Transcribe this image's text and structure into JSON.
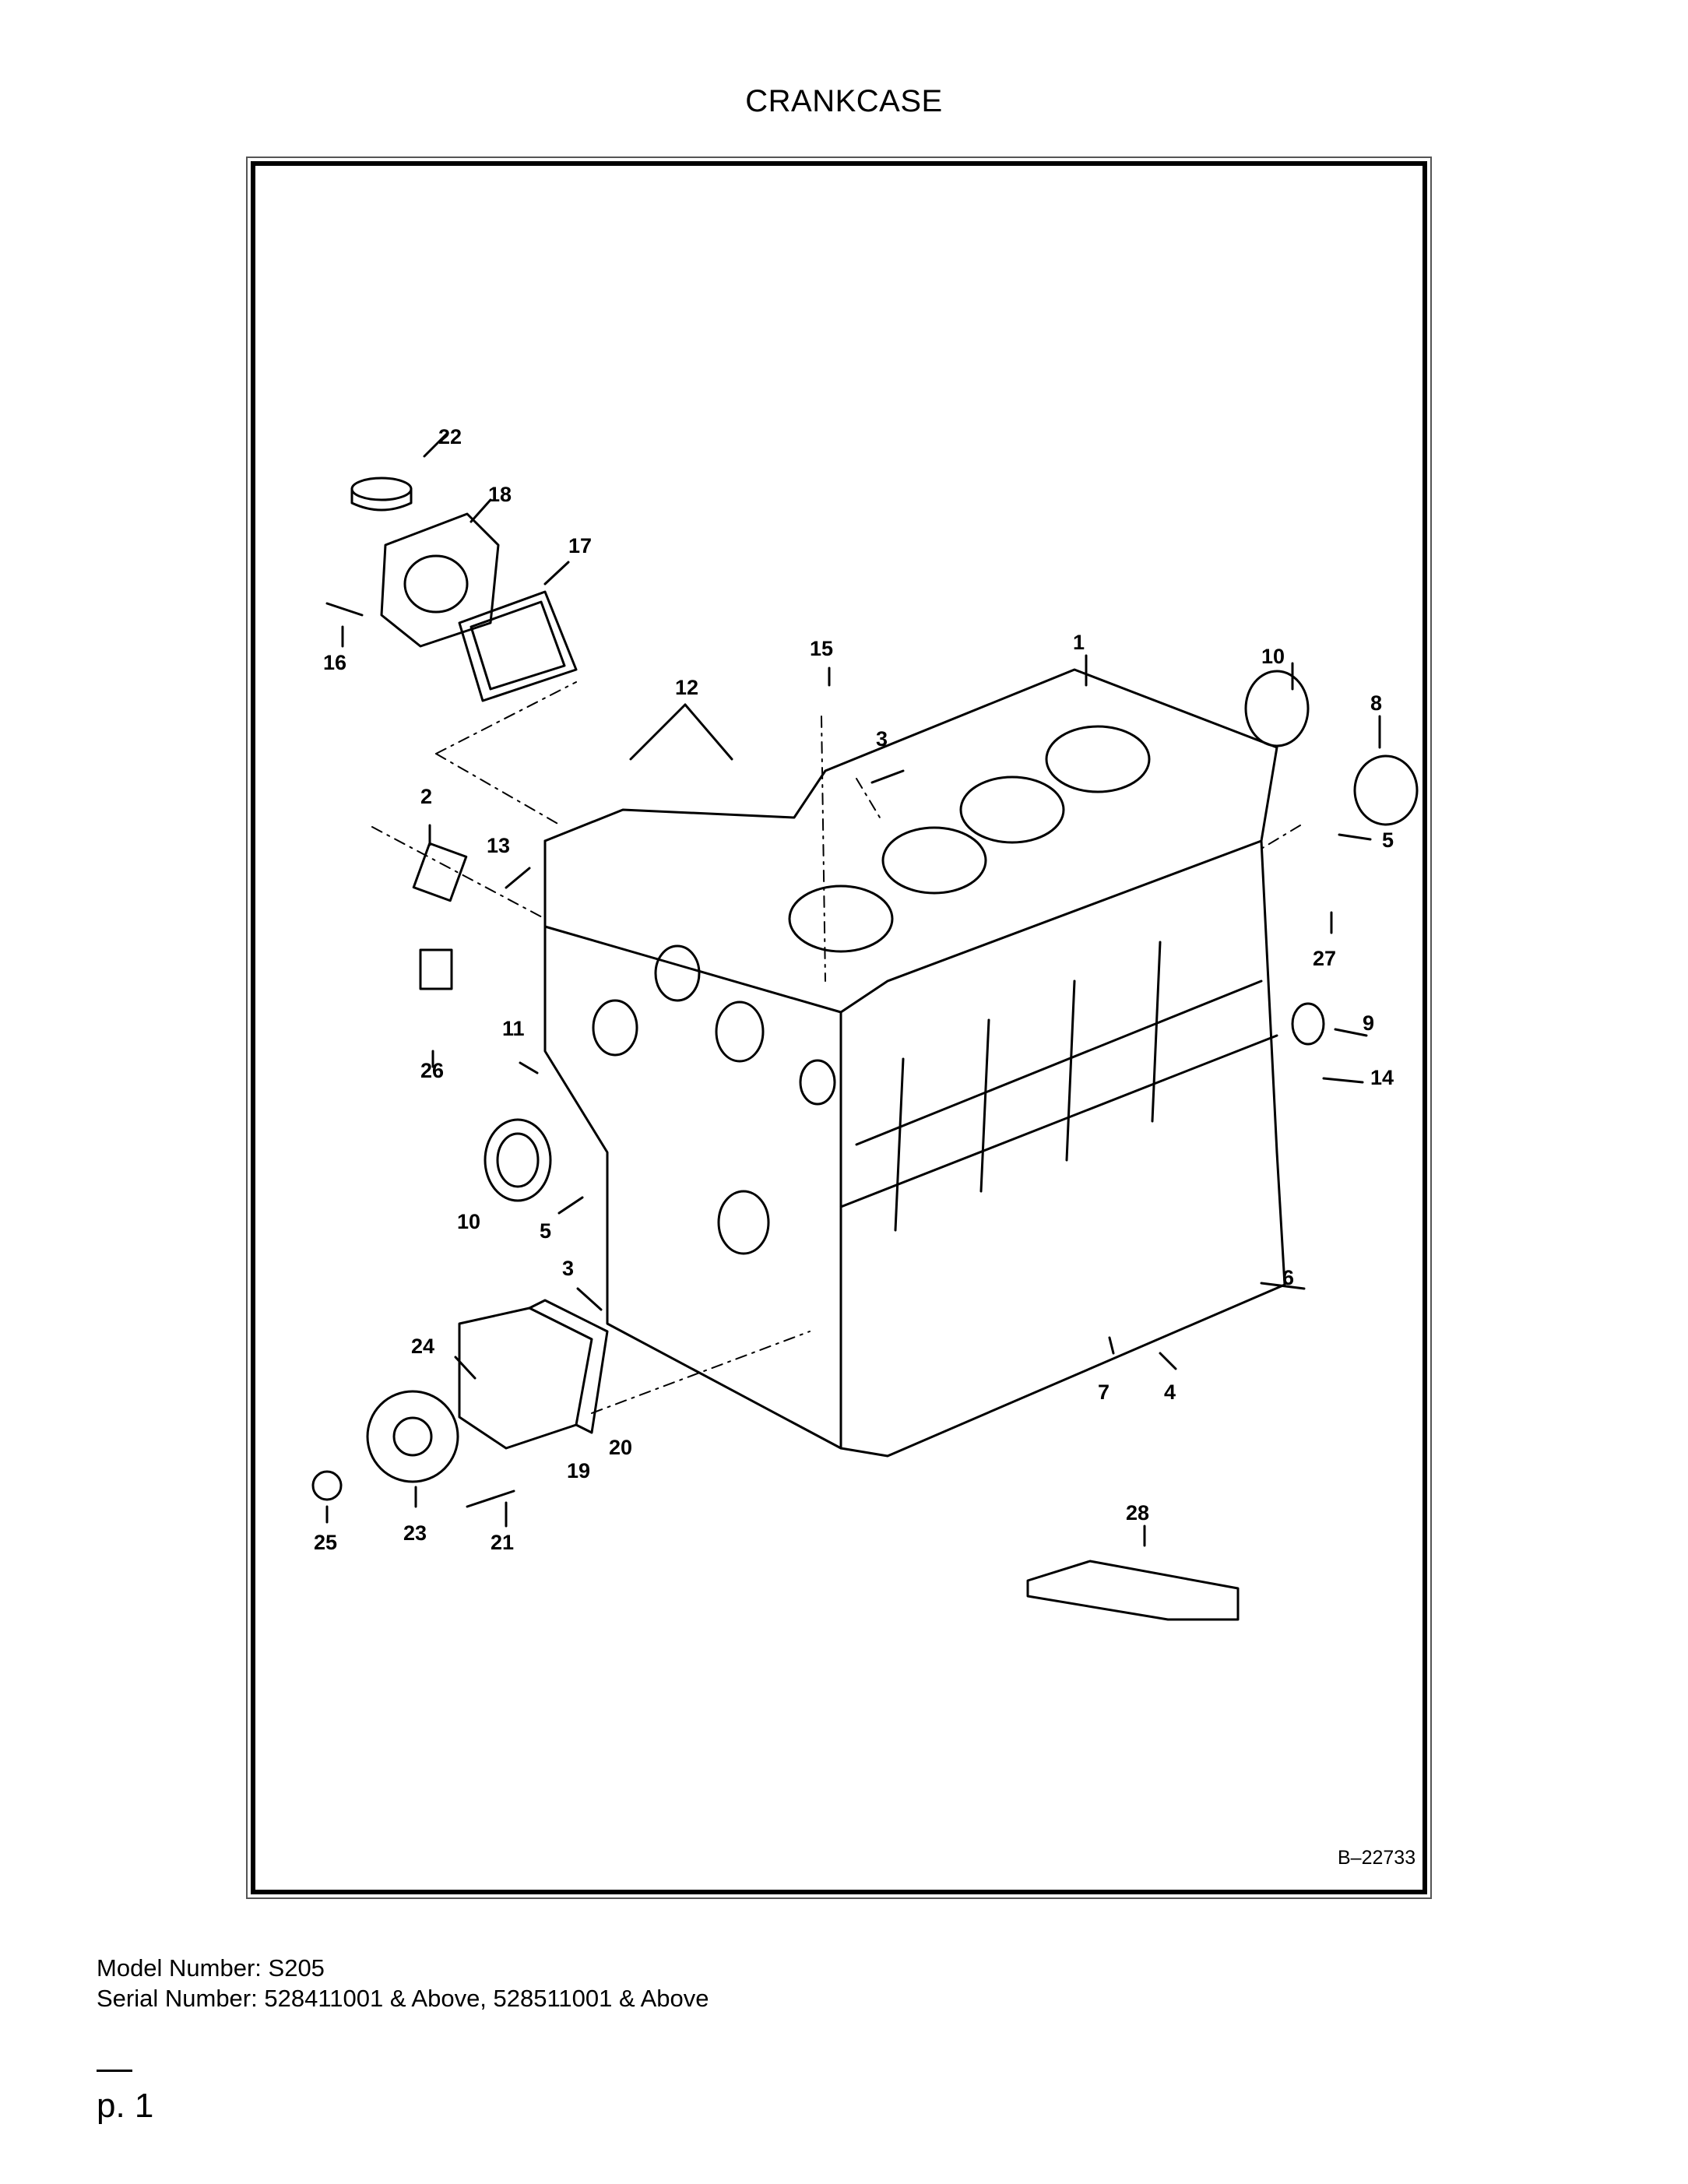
{
  "document": {
    "title": "CRANKCASE",
    "figure_ref": "B–22733",
    "model_line": "Model Number: S205",
    "serial_line": "Serial Number: 528411001 & Above, 528511001 & Above",
    "page_label": "p. 1"
  },
  "callouts": [
    "1",
    "2",
    "3",
    "3",
    "4",
    "5",
    "5",
    "6",
    "7",
    "8",
    "9",
    "10",
    "10",
    "11",
    "12",
    "13",
    "14",
    "15",
    "16",
    "17",
    "18",
    "19",
    "20",
    "21",
    "22",
    "23",
    "24",
    "25",
    "26",
    "27",
    "28"
  ]
}
